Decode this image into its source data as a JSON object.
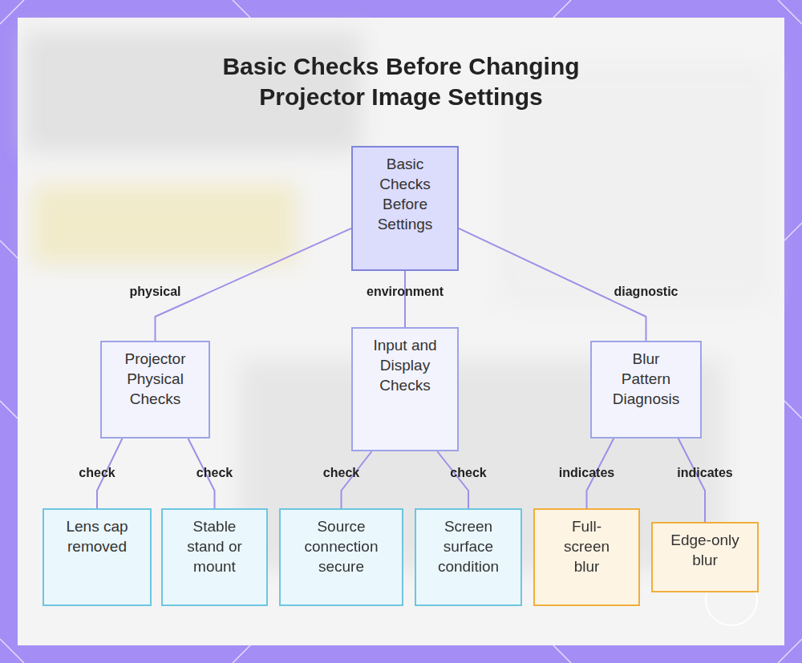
{
  "diagram": {
    "title": "Basic Checks Before Changing Projector Image Settings",
    "nodes": [
      {
        "text": [
          "Basic Checks Before Settings"
        ]
      },
      {
        "text": [
          "Projector Physical Checks"
        ]
      },
      {
        "text": [
          "Input and Display Checks"
        ]
      },
      {
        "text": [
          "Blur Pattern Diagnosis"
        ]
      },
      {
        "text": [
          "Lens cap removed"
        ]
      },
      {
        "text": [
          "Stable stand or mount"
        ]
      },
      {
        "text": [
          "Source connection secure"
        ]
      },
      {
        "text": [
          "Screen surface condition"
        ]
      },
      {
        "text": [
          "Full-screen blur"
        ]
      },
      {
        "text": [
          "Edge-only blur"
        ]
      }
    ],
    "edges": [
      {
        "from": 0,
        "to": 1,
        "label": "physical",
        "arrow": "none"
      },
      {
        "from": 0,
        "to": 2,
        "label": "environment",
        "arrow": "none"
      },
      {
        "from": 0,
        "to": 3,
        "label": "diagnostic",
        "arrow": "none"
      },
      {
        "from": 1,
        "to": 4,
        "label": "check",
        "arrow": "none"
      },
      {
        "from": 1,
        "to": 5,
        "label": "check",
        "arrow": "none"
      },
      {
        "from": 2,
        "to": 6,
        "label": "check",
        "arrow": "none"
      },
      {
        "from": 2,
        "to": 7,
        "label": "check",
        "arrow": "none"
      },
      {
        "from": 3,
        "to": 8,
        "label": "indicates",
        "arrow": "none"
      },
      {
        "from": 3,
        "to": 9,
        "label": "indicates",
        "arrow": "none"
      }
    ]
  }
}
